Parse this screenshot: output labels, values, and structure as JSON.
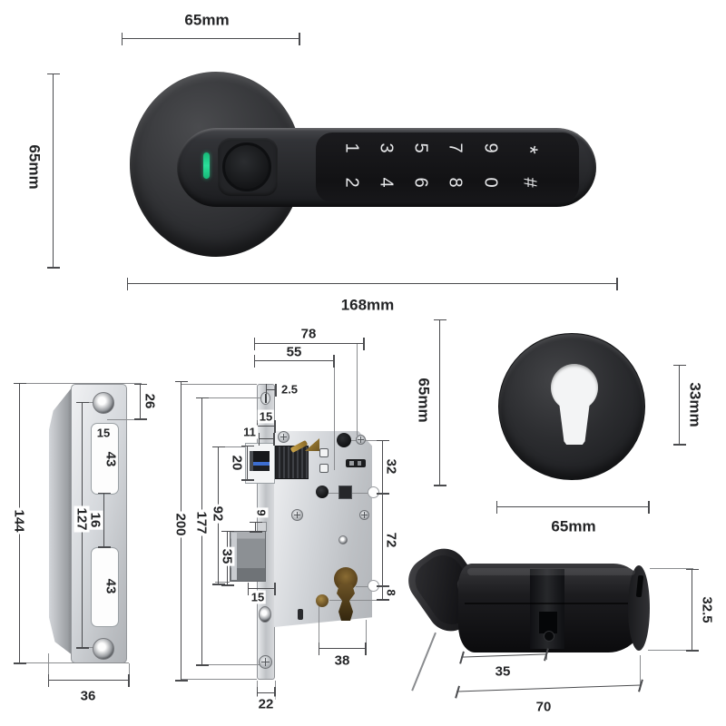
{
  "title": "Smart fingerprint door lock dimension diagram",
  "colors": {
    "background": "#ffffff",
    "accent_green": "#1fd389",
    "handle_dark": "#2a2b2e",
    "metal_light": "#d9dcdf",
    "bronze": "#8a6d33",
    "dim_line": "#4a4b4e",
    "dim_text": "#232426"
  },
  "handle_view": {
    "dim_top": "65mm",
    "dim_left": "65mm",
    "dim_bottom": "168mm",
    "keypad": [
      "1",
      "3",
      "5",
      "7",
      "9",
      "*",
      "2",
      "4",
      "6",
      "8",
      "0",
      "#"
    ]
  },
  "strike_plate": {
    "d144": "144",
    "d26": "26",
    "d15": "15",
    "d43_top": "43",
    "d16": "16",
    "d43_bottom": "43",
    "d127": "127",
    "d36": "36"
  },
  "mortise_lock": {
    "d78": "78",
    "d55": "55",
    "d2_5": "2.5",
    "d15_latch": "15",
    "d11": "11",
    "d20": "20",
    "d92": "92",
    "d200": "200",
    "d177": "177",
    "d9": "9",
    "d35": "35",
    "d15_bottom": "15",
    "d22": "22",
    "d38": "38",
    "d32": "32",
    "d72": "72",
    "d8": "8"
  },
  "escutcheon": {
    "dim_left": "65mm",
    "dim_right": "33mm",
    "dim_bottom": "65mm"
  },
  "cylinder": {
    "d35": "35",
    "d70": "70",
    "d32_5": "32.5"
  }
}
